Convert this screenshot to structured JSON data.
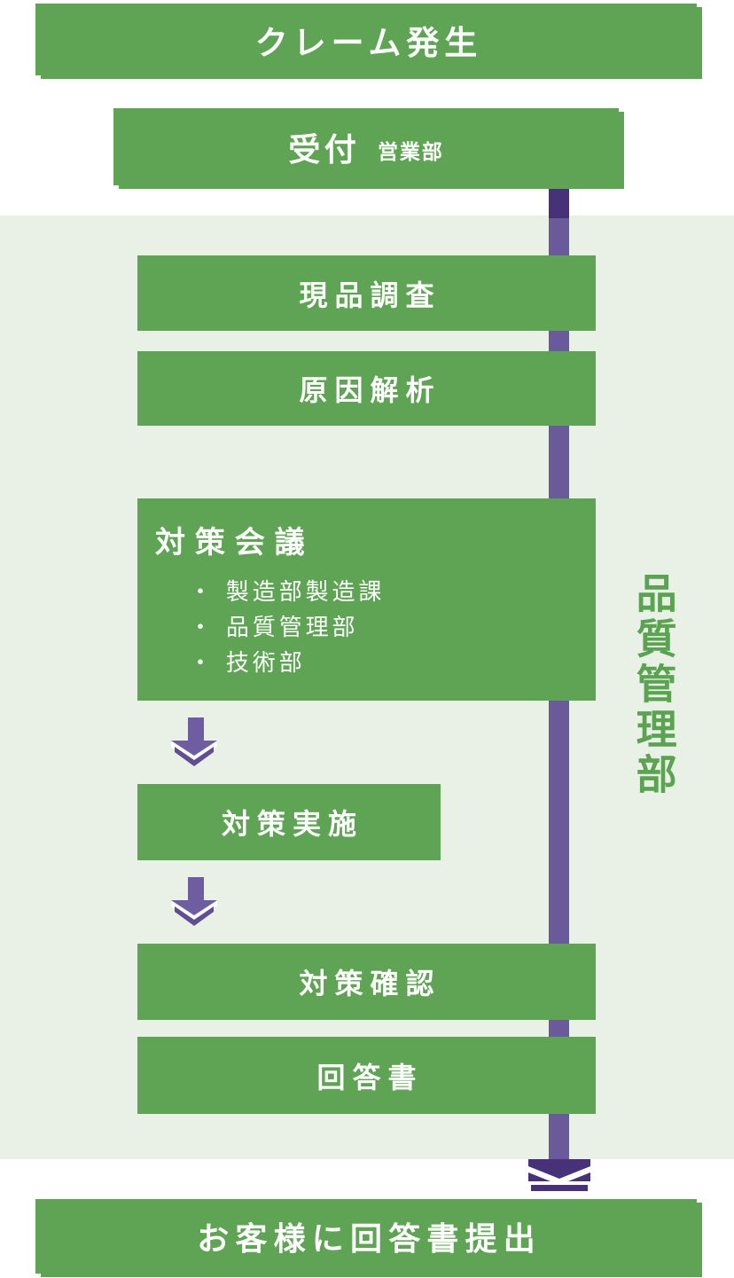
{
  "colors": {
    "box_green": "#5fa354",
    "band_green": "#e9f1e6",
    "purple_dark": "#473179",
    "purple_mid": "#6b5a9b",
    "side_label_green": "#5aa350",
    "text_white": "#ffffff"
  },
  "nodes": {
    "claim_banner": "クレーム発生",
    "reception": {
      "title": "受付",
      "dept": "営業部"
    },
    "inspection": "現品調査",
    "cause_analysis": "原因解析",
    "meeting": {
      "title": "対策会議",
      "bullet": "・",
      "members": [
        "製造部製造課",
        "品質管理部",
        "技術部"
      ]
    },
    "implementation": "対策実施",
    "confirmation": "対策確認",
    "report": "回答書",
    "submit_banner": "お客様に回答書提出"
  },
  "side_label": "品質管理部",
  "icons": {
    "step_arrow": "down-arrow-icon",
    "flow_end_arrow": "double-chevron-down-icon"
  }
}
